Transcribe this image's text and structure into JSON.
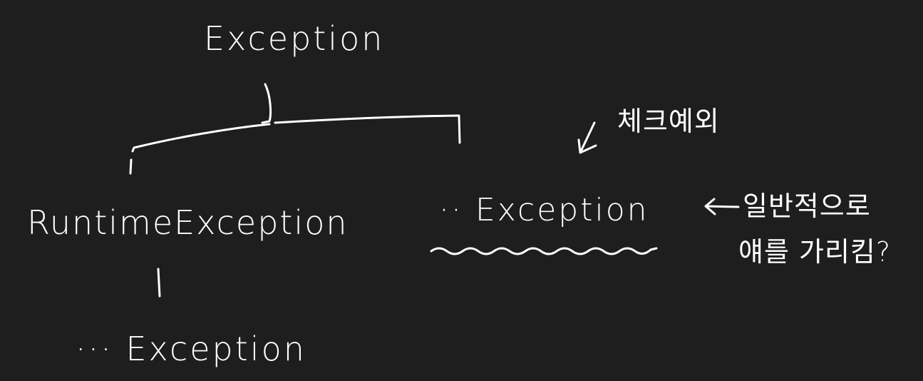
{
  "diagram": {
    "root_label": "Exception",
    "left_child_label": "RuntimeException",
    "left_grandchild_label": "··· Exception",
    "right_child_label": "·· Exception",
    "note_checked": "체크예외",
    "note_general_line1": "일반적으로",
    "note_general_line2": "얘를 가리킴?",
    "stroke_color": "#ffffff",
    "background_color": "#1e1e1e"
  }
}
